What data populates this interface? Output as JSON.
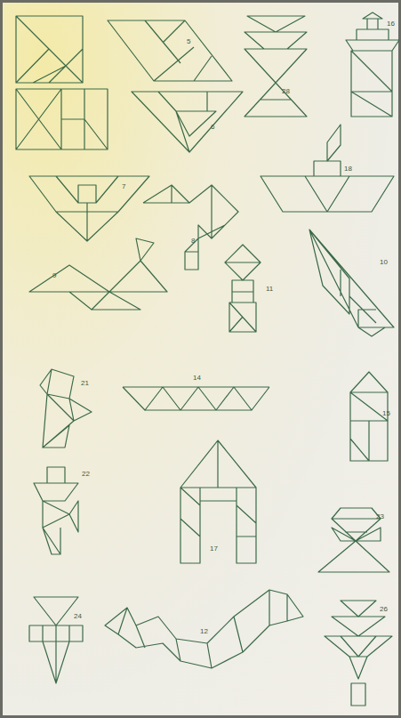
{
  "diagram": {
    "labels": [
      "5",
      "28",
      "16",
      "6",
      "7",
      "18",
      "8",
      "9",
      "11",
      "10",
      "21",
      "14",
      "15",
      "22",
      "17",
      "23",
      "24",
      "12",
      "26"
    ]
  }
}
